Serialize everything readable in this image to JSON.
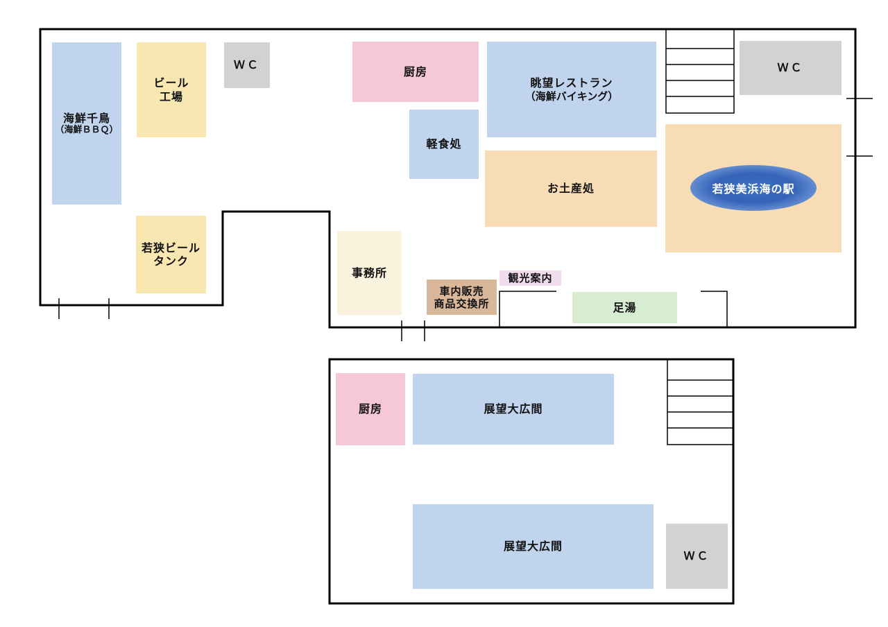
{
  "floor1": {
    "seafood_bbq": {
      "name": "海鮮千鳥",
      "sub": "（海鮮ＢＢＱ）"
    },
    "beer_factory": {
      "line1": "ビール",
      "line2": "工場"
    },
    "beer_tank": {
      "line1": "若狭ビール",
      "line2": "タンク"
    },
    "wc_small": "ＷＣ",
    "kitchen": "厨房",
    "snack": "軽食処",
    "restaurant": {
      "name": "眺望レストラン",
      "sub": "（海鮮バイキング）"
    },
    "wc_large": "ＷＣ",
    "souvenir": "お土産処",
    "station": "若狭美浜海の駅",
    "office": "事務所",
    "goods_exchange": {
      "line1": "車内販売",
      "line2": "商品交換所"
    },
    "tourist_info": "観光案内",
    "footbath": "足湯"
  },
  "floor2": {
    "kitchen": "厨房",
    "hall_top": "展望大広間",
    "hall_bottom": "展望大広間",
    "wc": "ＷＣ"
  }
}
